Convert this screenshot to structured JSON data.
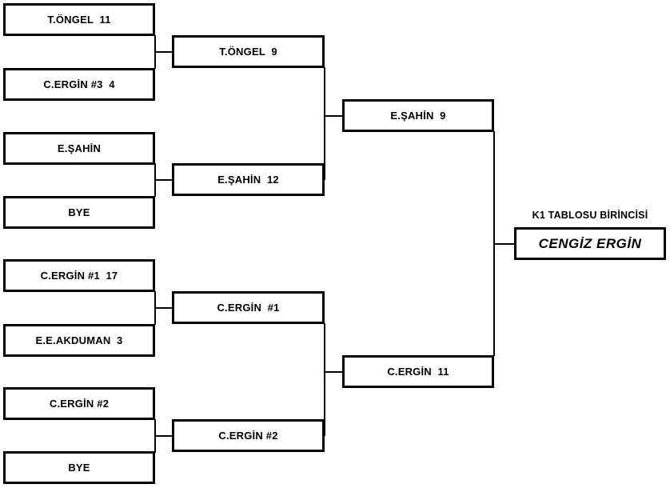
{
  "diagram": {
    "type": "single-elimination-bracket",
    "title_label": "K1 TABLOSU BİRİNCİSİ",
    "winner": "CENGİZ ERGİN",
    "line_color": "#000000",
    "background_color": "#ffffff",
    "text_color": "#000000"
  },
  "rounds": {
    "round1": [
      {
        "label": "T.ÖNGEL  11"
      },
      {
        "label": "C.ERGİN #3  4"
      },
      {
        "label": "E.ŞAHİN"
      },
      {
        "label": "BYE"
      },
      {
        "label": "C.ERGİN #1  17"
      },
      {
        "label": "E.E.AKDUMAN  3"
      },
      {
        "label": "C.ERGİN #2"
      },
      {
        "label": "BYE"
      }
    ],
    "round2": [
      {
        "label": "T.ÖNGEL  9"
      },
      {
        "label": "E.ŞAHİN  12"
      },
      {
        "label": "C.ERGİN  #1"
      },
      {
        "label": "C.ERGİN #2"
      }
    ],
    "semifinals": [
      {
        "label": "E.ŞAHİN  9"
      },
      {
        "label": "C.ERGİN  11"
      }
    ],
    "final": [
      {
        "label": "CENGİZ ERGİN"
      }
    ]
  }
}
